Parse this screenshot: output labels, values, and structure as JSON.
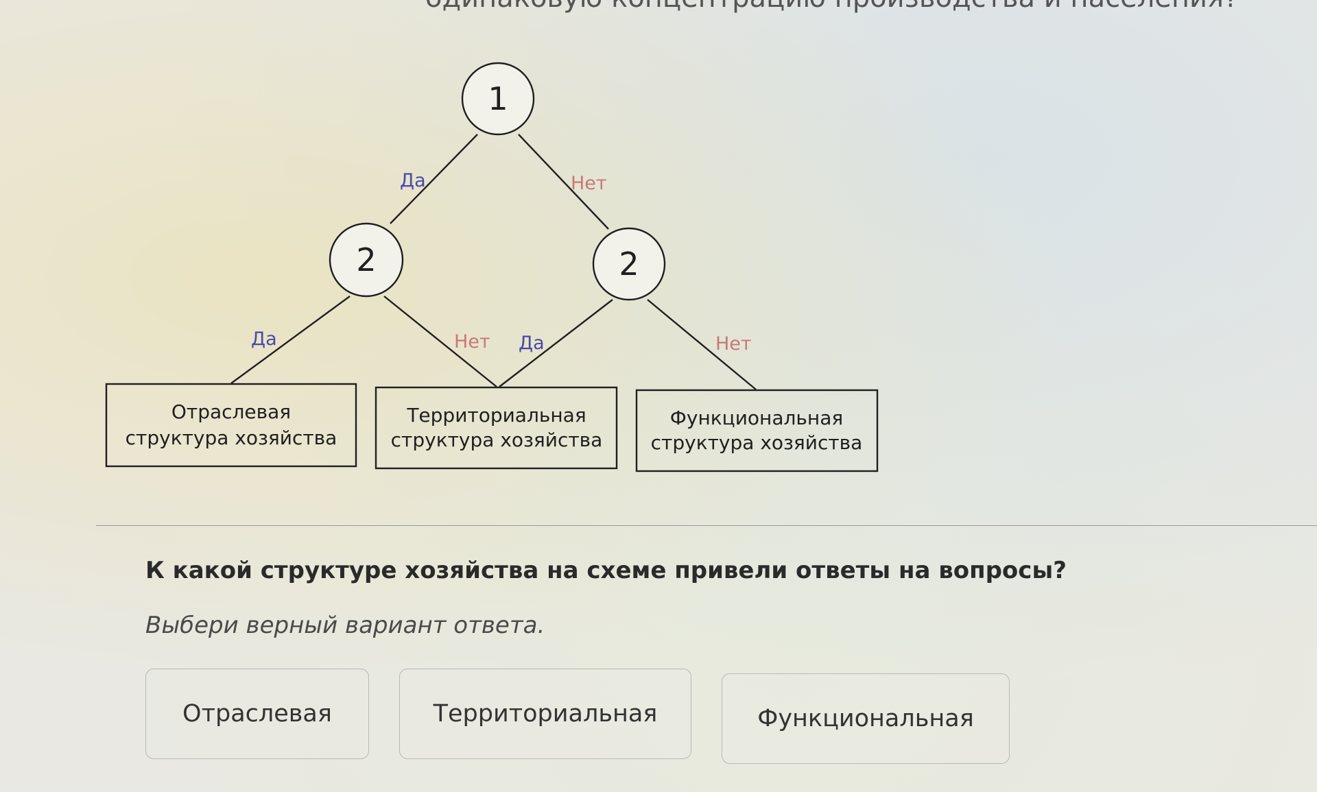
{
  "top_text": "одинаковую концентрацию производства и населения?",
  "diagram": {
    "nodes": {
      "root": "1",
      "left": "2",
      "right": "2"
    },
    "edge_labels": {
      "root_left": "Да",
      "root_right": "Нет",
      "left_leaf1": "Да",
      "left_leaf2": "Нет",
      "right_leaf2": "Да",
      "right_leaf3": "Нет"
    },
    "leaves": [
      {
        "line1": "Отраслевая",
        "line2": "структура хозяйства"
      },
      {
        "line1": "Территориальная",
        "line2": "структура хозяйства"
      },
      {
        "line1": "Функциональная",
        "line2": "структура хозяйства"
      }
    ],
    "colors": {
      "yes_label": "#4a4aa8",
      "no_label": "#c87878"
    }
  },
  "question": "К какой структуре хозяйства на схеме привели ответы на вопросы?",
  "instruction": "Выбери верный вариант ответа.",
  "options": [
    "Отраслевая",
    "Территориальная",
    "Функциональная"
  ]
}
